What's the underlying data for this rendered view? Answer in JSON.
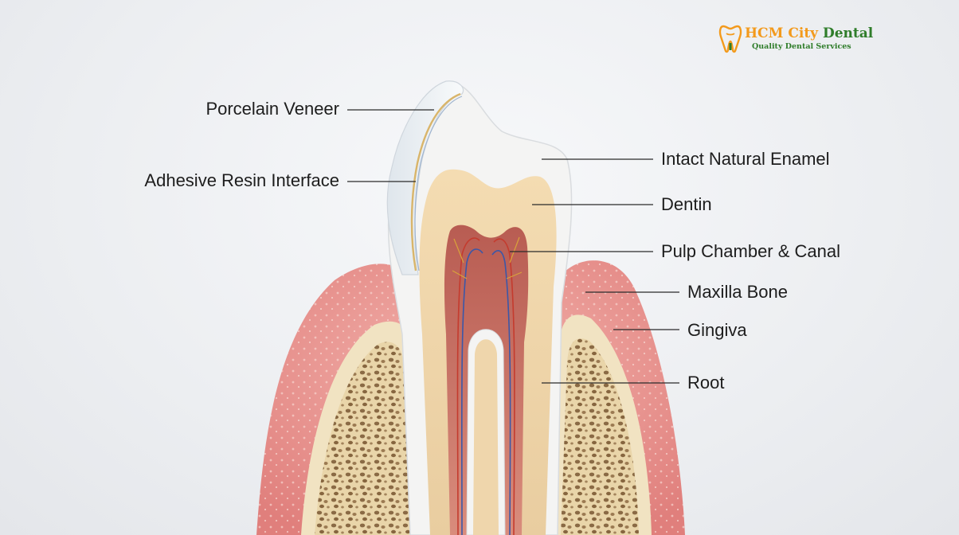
{
  "logo": {
    "name_part1": "HCM City",
    "name_part2": "Dental",
    "tagline": "Quality Dental Services",
    "icon": "tooth-logo-icon",
    "colors": {
      "orange": "#f39a1c",
      "green": "#2f7d2a"
    }
  },
  "labels": {
    "porcelain_veneer": "Porcelain Veneer",
    "adhesive_resin_interface": "Adhesive Resin Interface",
    "intact_natural_enamel": "Intact Natural Enamel",
    "dentin": "Dentin",
    "pulp_chamber_canal": "Pulp Chamber & Canal",
    "maxilla_bone": "Maxilla Bone",
    "gingiva": "Gingiva",
    "root": "Root"
  },
  "colors": {
    "gingiva": "#e98f8f",
    "bone": "#f1e3c2",
    "enamel": "#f4f4f3",
    "dentin": "#efd6ac",
    "pulp": "#c8685e",
    "veneer": "#e9eef3"
  }
}
